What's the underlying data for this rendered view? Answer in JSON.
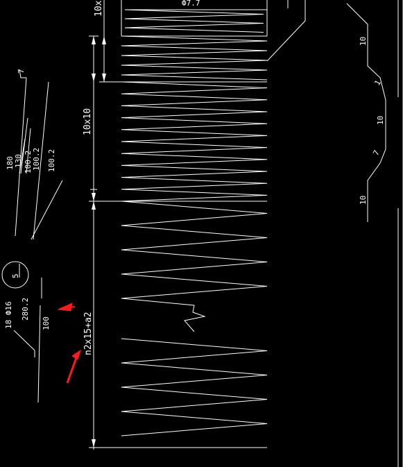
{
  "drawing": {
    "background": "#000000",
    "line_color": "#ffffff",
    "marker_color": "#ff1a1a",
    "labels": {
      "top_dim": "10x",
      "top_partial": "Ф7.7",
      "mid_dim": "10x10",
      "bottom_dim": "n2x15+a2",
      "circle_label": "5",
      "bar_spec": "18 Ф16",
      "bar_len_a": "280.2",
      "bar_len_b": "100",
      "stack_a": "180",
      "stack_b": "130",
      "stack_c": "100.2",
      "stack_d": "100.2",
      "right_a": "10",
      "right_b": "1",
      "right_c": "10",
      "right_d": "7",
      "right_e": "10",
      "left_tick": "7"
    }
  }
}
